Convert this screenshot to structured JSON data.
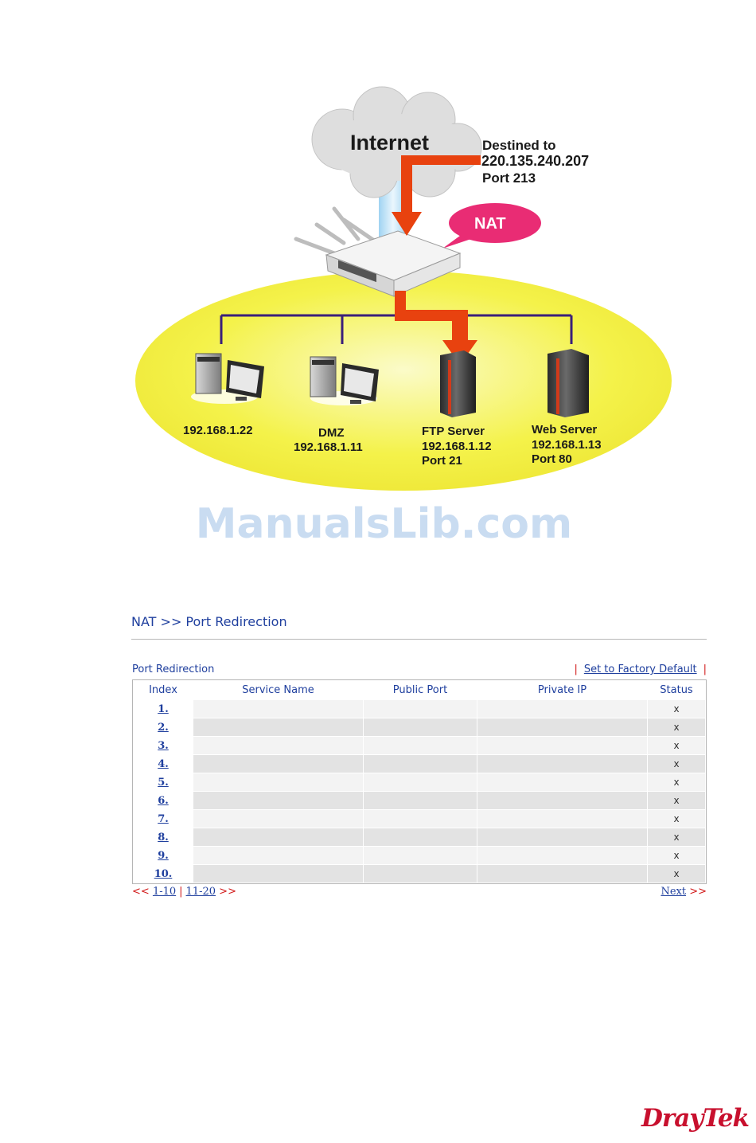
{
  "diagram": {
    "cloud_label": "Internet",
    "destination_lines": [
      "Destined to",
      "220.135.240.207",
      "Port 213"
    ],
    "nat_label": "NAT",
    "hosts": [
      {
        "lines": [
          "192.168.1.22"
        ]
      },
      {
        "lines": [
          "DMZ",
          "192.168.1.11"
        ]
      },
      {
        "lines": [
          "FTP Server",
          "192.168.1.12",
          "Port 21"
        ]
      },
      {
        "lines": [
          "Web Server",
          "192.168.1.13",
          "Port 80"
        ]
      }
    ],
    "colors": {
      "arrow": "#e8420f",
      "lan_ellipse": "#f4f24a",
      "lan_line": "#3a1f7a",
      "nat_bubble": "#e92c74",
      "cloud": "#dcdcdc"
    }
  },
  "watermark": "ManualsLib.com",
  "page_title": "NAT >> Port Redirection",
  "section": {
    "title": "Port Redirection",
    "separator": "|",
    "factory_default_link": "Set to Factory Default"
  },
  "table": {
    "headers": [
      "Index",
      "Service Name",
      "Public Port",
      "Private IP",
      "Status"
    ],
    "rows": [
      {
        "index": "1.",
        "service": "",
        "public_port": "",
        "private_ip": "",
        "status": "x"
      },
      {
        "index": "2.",
        "service": "",
        "public_port": "",
        "private_ip": "",
        "status": "x"
      },
      {
        "index": "3.",
        "service": "",
        "public_port": "",
        "private_ip": "",
        "status": "x"
      },
      {
        "index": "4.",
        "service": "",
        "public_port": "",
        "private_ip": "",
        "status": "x"
      },
      {
        "index": "5.",
        "service": "",
        "public_port": "",
        "private_ip": "",
        "status": "x"
      },
      {
        "index": "6.",
        "service": "",
        "public_port": "",
        "private_ip": "",
        "status": "x"
      },
      {
        "index": "7.",
        "service": "",
        "public_port": "",
        "private_ip": "",
        "status": "x"
      },
      {
        "index": "8.",
        "service": "",
        "public_port": "",
        "private_ip": "",
        "status": "x"
      },
      {
        "index": "9.",
        "service": "",
        "public_port": "",
        "private_ip": "",
        "status": "x"
      },
      {
        "index": "10.",
        "service": "",
        "public_port": "",
        "private_ip": "",
        "status": "x"
      }
    ]
  },
  "pager": {
    "prev_arrow": "<<",
    "range_1": "1-10",
    "separator": "|",
    "range_2": "11-20",
    "next_arrow": ">>",
    "next_label": "Next",
    "next_arrow_right": ">>"
  },
  "brand": "DrayTek"
}
